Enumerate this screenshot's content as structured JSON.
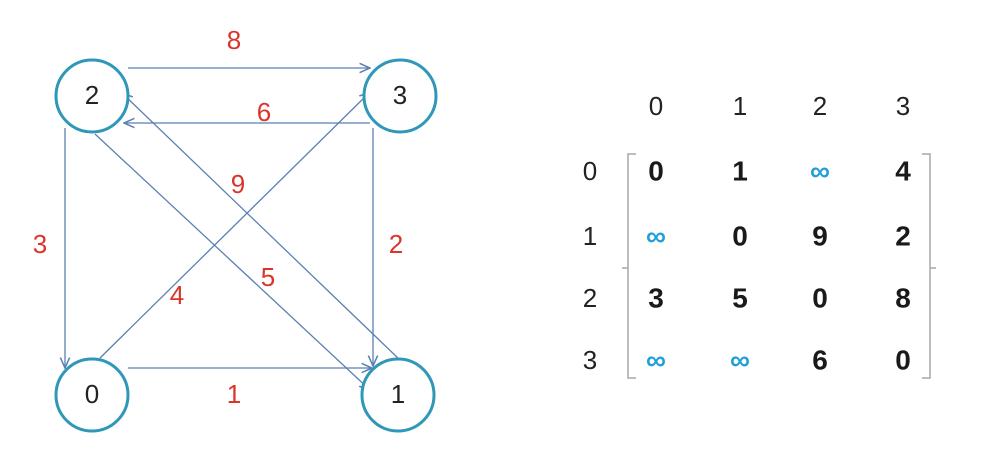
{
  "colors": {
    "node_stroke": "#2f97b8",
    "edge_stroke": "#5b7fb3",
    "weight_text": "#d9352b",
    "matrix_text": "#1a1a1a",
    "infinity_text": "#1fa0d8",
    "bracket": "#a7a7a7"
  },
  "graph": {
    "nodes": [
      {
        "id": "0",
        "label": "0"
      },
      {
        "id": "1",
        "label": "1"
      },
      {
        "id": "2",
        "label": "2"
      },
      {
        "id": "3",
        "label": "3"
      }
    ],
    "edges": [
      {
        "from": "2",
        "to": "3",
        "weight": "8"
      },
      {
        "from": "3",
        "to": "2",
        "weight": "6"
      },
      {
        "from": "2",
        "to": "0",
        "weight": "3"
      },
      {
        "from": "3",
        "to": "1",
        "weight": "2"
      },
      {
        "from": "0",
        "to": "1",
        "weight": "1"
      },
      {
        "from": "0",
        "to": "3",
        "weight": "4"
      },
      {
        "from": "1",
        "to": "2",
        "weight": "9"
      },
      {
        "from": "2",
        "to": "1",
        "weight": "5"
      }
    ]
  },
  "matrix": {
    "col_headers": [
      "0",
      "1",
      "2",
      "3"
    ],
    "row_headers": [
      "0",
      "1",
      "2",
      "3"
    ],
    "rows": [
      [
        "0",
        "1",
        "∞",
        "4"
      ],
      [
        "∞",
        "0",
        "9",
        "2"
      ],
      [
        "3",
        "5",
        "0",
        "8"
      ],
      [
        "∞",
        "∞",
        "6",
        "0"
      ]
    ]
  }
}
